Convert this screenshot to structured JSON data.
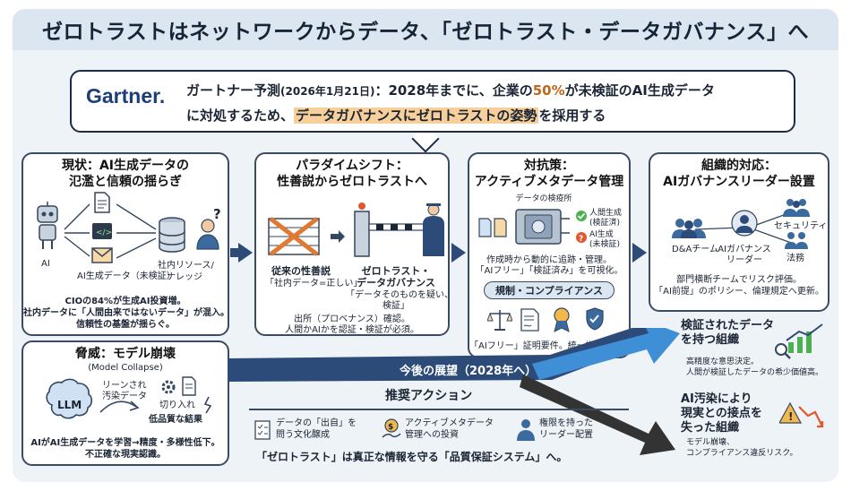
{
  "title": "ゼロトラストはネットワークからデータ、「ゼロトラスト・データガバナンス」へ",
  "callout": {
    "brand": "Gartner",
    "line1_a": "ガートナー予測",
    "line1_date": "(2026年1月21日)",
    "line1_b": "：2028年までに、企業の",
    "line1_pct": "50%",
    "line1_c": "が未検証のAI生成データ",
    "line2_a": "に対処するため、",
    "line2_hl": "データガバナンスにゼロトラストの姿勢",
    "line2_b": "を採用する"
  },
  "panel1": {
    "title1": "現状：AI生成データの",
    "title2": "氾濫と信頼の揺らぎ",
    "ai": "AI",
    "ai_data": "AI生成データ（未検証）",
    "resource1": "社内リソース/",
    "resource2": "ナレッジ",
    "desc1": "CIOの84%が生成AI投資増。",
    "desc2": "社内データに「人間由来ではないデータ」が混入。",
    "desc3": "信頼性の基盤が揺らぐ。"
  },
  "threat": {
    "title": "脅威：モデル崩壊",
    "subtitle": "(Model Collapse)",
    "llm": "LLM",
    "recur1": "リーンされ",
    "recur2": "汚染データ",
    "cut1": "切り入れ",
    "cut2": "低品質な結果",
    "desc1": "AIがAI生成データを学習→精度・多様性低下。",
    "desc2": "不正確な現実認識。"
  },
  "panel2": {
    "title1": "パラダイムシフト：",
    "title2": "性善説からゼロトラストへ",
    "old1": "従来の性善説",
    "old2": "「社内データ=正しい」",
    "new1": "ゼロトラスト・",
    "new2": "データガバナンス",
    "new3": "「データそのものを疑い、",
    "new4": "検証」",
    "desc1": "出所（プロベナンス）確認。",
    "desc2": "人間かAIかを認証・検証が必須。"
  },
  "panel3": {
    "title1": "対抗策：",
    "title2": "アクティブメタデータ管理",
    "checkpoint": "データの検疫所",
    "human1": "人間生成",
    "human2": "(検証済)",
    "aigen1": "AI生成",
    "aigen2": "(未検証)",
    "desc1": "作成時から動的に追跡・管理。",
    "desc2": "「AIフリー」「検証済み」を可視化。",
    "reg_title": "規制・コンプライアンス",
    "reg_desc": "「AIフリー」証明要件。統一識別能力。"
  },
  "panel4": {
    "title1": "組織的対応：",
    "title2": "AIガバナンスリーダー設置",
    "da": "D&Aチーム",
    "security": "セキュリティ",
    "leader1": "AIガバナンス",
    "leader2": "リーダー",
    "legal": "法務",
    "desc1": "部門横断チームでリスク評価。",
    "desc2": "「AI前提」のポリシー、倫理規定へ更新。"
  },
  "future": {
    "label": "今後の展望（2028年へ）",
    "up_title1": "検証されたデータ",
    "up_title2": "を持つ組織",
    "up_desc1": "高精度な意思決定。",
    "up_desc2": "人間が検証したデータの希少価値高。",
    "down_title1": "AI汚染により",
    "down_title2": "現実との接点を",
    "down_title3": "失った組織",
    "down_desc1": "モデル崩壊、",
    "down_desc2": "コンプライアンス違反リスク。"
  },
  "actions": {
    "title": "推奨アクション",
    "a1_1": "データの「出自」を",
    "a1_2": "問う文化醸成",
    "a2_1": "アクティブメタデータ",
    "a2_2": "管理への投資",
    "a3_1": "権限を持った",
    "a3_2": "リーダー配置",
    "summary": "「ゼロトラスト」は真正な情報を守る「品質保証システム」へ。"
  },
  "colors": {
    "navy": "#2d4b78",
    "panel_bg": "#ffffff",
    "accent_orange": "#c0661a",
    "highlight": "#f6cf9a",
    "arrow_blue": "#3f8fd6",
    "arrow_dark": "#333333"
  }
}
